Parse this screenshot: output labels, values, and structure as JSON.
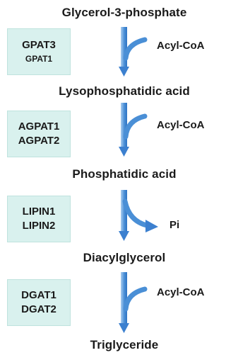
{
  "pathway": {
    "metabolites": [
      "Glycerol-3-phosphate",
      "Lysophosphatidic acid",
      "Phosphatidic acid",
      "Diacylglycerol",
      "Triglyceride"
    ],
    "steps": [
      {
        "enzymes": [
          "GPAT3",
          "GPAT1"
        ],
        "cofactor": "Acyl-CoA",
        "cofactor_direction": "in"
      },
      {
        "enzymes": [
          "AGPAT1",
          "AGPAT2"
        ],
        "cofactor": "Acyl-CoA",
        "cofactor_direction": "in"
      },
      {
        "enzymes": [
          "LIPIN1",
          "LIPIN2"
        ],
        "cofactor": "Pi",
        "cofactor_direction": "out"
      },
      {
        "enzymes": [
          "DGAT1",
          "DGAT2"
        ],
        "cofactor": "Acyl-CoA",
        "cofactor_direction": "in"
      }
    ]
  },
  "colors": {
    "arrow": "#4a8fd6",
    "arrow_light": "#a9ccf0",
    "enzyme_box": "#d9f1ee"
  }
}
